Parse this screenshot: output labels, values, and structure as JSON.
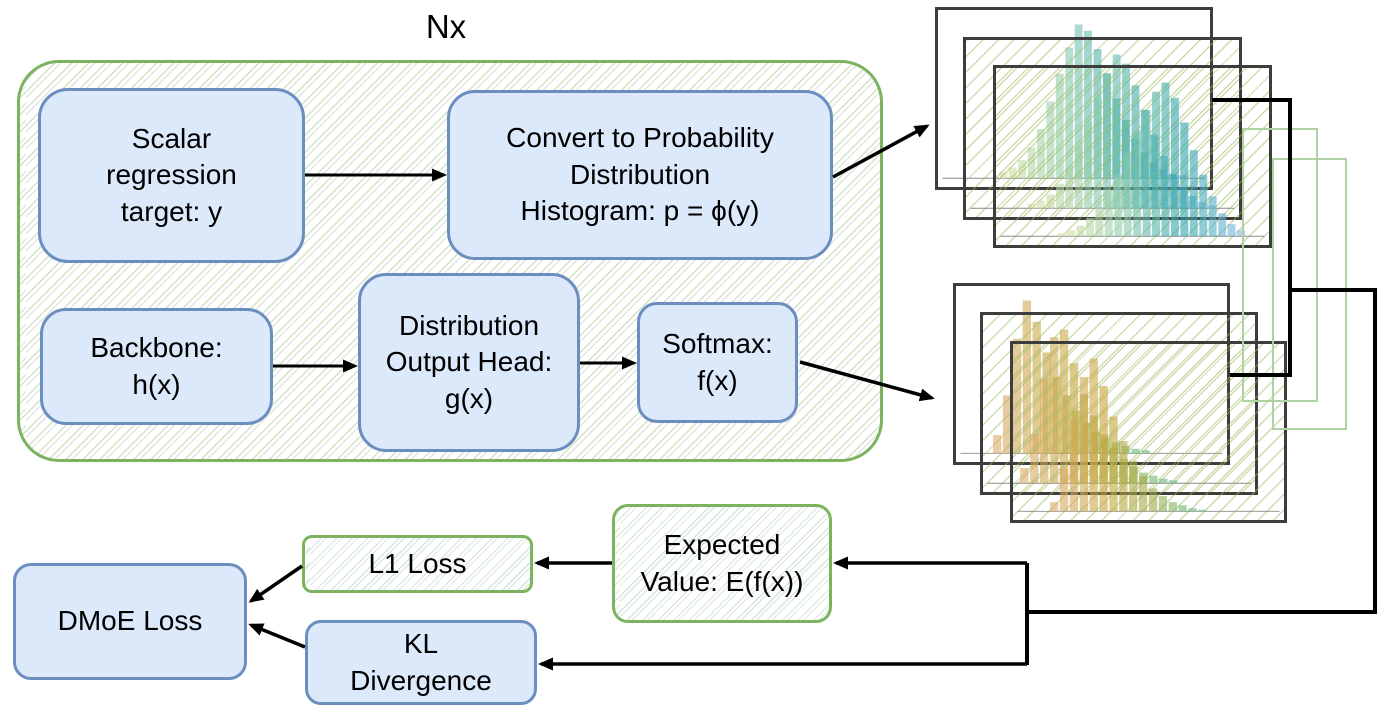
{
  "labels": {
    "nx": "Nx"
  },
  "nodes": {
    "scalar": {
      "label": "Scalar\nregression\ntarget: y"
    },
    "convert": {
      "label": "Convert to Probability\nDistribution\nHistogram: p = ϕ(y)"
    },
    "backbone": {
      "label": "Backbone:\nh(x)"
    },
    "dist_head": {
      "label": "Distribution\nOutput Head:\ng(x)"
    },
    "softmax": {
      "label": "Softmax:\nf(x)"
    },
    "expected_value": {
      "label": "Expected\nValue: E(f(x))"
    },
    "l1_loss": {
      "label": "L1 Loss"
    },
    "kl_divergence": {
      "label": "KL\nDivergence"
    },
    "dmoe_loss": {
      "label": "DMoE Loss"
    }
  },
  "colors": {
    "node_blue_fill": "#dbe9fb",
    "node_blue_border": "#6c8ebf",
    "group_border": "#7cb35f",
    "card_border": "#3d3d3d",
    "ghost_border": "#afd2a2",
    "connector": "#000000"
  },
  "chart_data": {
    "type": "bar",
    "note": "Two stacks of overlapping histogram thumbnails depicting Nx probability distributions; no axis labels or tick values are shown in the image.",
    "stacks": {
      "top": {
        "description": "Target probability distributions p = ϕ(y)",
        "span": [
          0.22,
          0.92
        ],
        "bar_opacity": 0.6,
        "color_stops": [
          "#d9e0a0",
          "#8fccae",
          "#2aa3ab",
          "#7fb7e0"
        ],
        "cards": [
          {
            "heights": [
              0.04,
              0.07,
              0.12,
              0.2,
              0.32,
              0.5,
              0.68,
              0.85,
              1.0,
              0.96,
              0.84,
              0.68,
              0.52,
              0.38,
              0.26,
              0.17,
              0.1,
              0.06,
              0.03,
              0.02
            ]
          },
          {
            "heights": [
              0.03,
              0.05,
              0.09,
              0.16,
              0.26,
              0.4,
              0.56,
              0.72,
              0.88,
              1.0,
              0.94,
              0.8,
              0.64,
              0.48,
              0.34,
              0.22,
              0.14,
              0.08,
              0.04,
              0.02
            ]
          },
          {
            "heights": [
              0.02,
              0.04,
              0.07,
              0.12,
              0.19,
              0.28,
              0.4,
              0.54,
              0.68,
              0.82,
              0.94,
              1.0,
              0.9,
              0.74,
              0.56,
              0.4,
              0.26,
              0.15,
              0.08,
              0.04
            ]
          }
        ]
      },
      "bottom": {
        "description": "Predicted distributions f(x) after softmax",
        "span": [
          0.13,
          0.72
        ],
        "bar_opacity": 0.6,
        "color_stops": [
          "#ddaa6a",
          "#c6a73e",
          "#9cad49",
          "#5fbc86"
        ],
        "cards": [
          {
            "heights": [
              0.12,
              0.38,
              0.75,
              1.0,
              0.86,
              0.66,
              0.5,
              0.38,
              0.28,
              0.2,
              0.14,
              0.1,
              0.07,
              0.05,
              0.03,
              0.02
            ]
          },
          {
            "heights": [
              0.1,
              0.32,
              0.68,
              0.95,
              1.0,
              0.78,
              0.58,
              0.44,
              0.32,
              0.23,
              0.16,
              0.11,
              0.07,
              0.05,
              0.03,
              0.02
            ]
          },
          {
            "heights": [
              0.06,
              0.28,
              0.6,
              0.88,
              1.0,
              0.82,
              0.62,
              0.46,
              0.33,
              0.23,
              0.15,
              0.1,
              0.06,
              0.04,
              0.02,
              0.01
            ]
          }
        ]
      }
    }
  }
}
